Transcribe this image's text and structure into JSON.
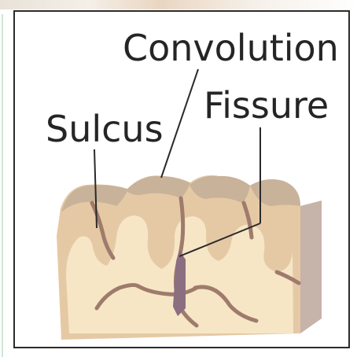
{
  "diagram": {
    "labels": {
      "convolution": "Convolution",
      "fissure": "Fissure",
      "sulcus": "Sulcus"
    },
    "colors": {
      "gray_matter": "#e5c9a5",
      "white_matter": "#f6e6c6",
      "gyrus_top": "#c9b29a",
      "fissure_line": "#8b6e80",
      "side_wall": "#c5b1a8",
      "text": "#252525"
    }
  }
}
